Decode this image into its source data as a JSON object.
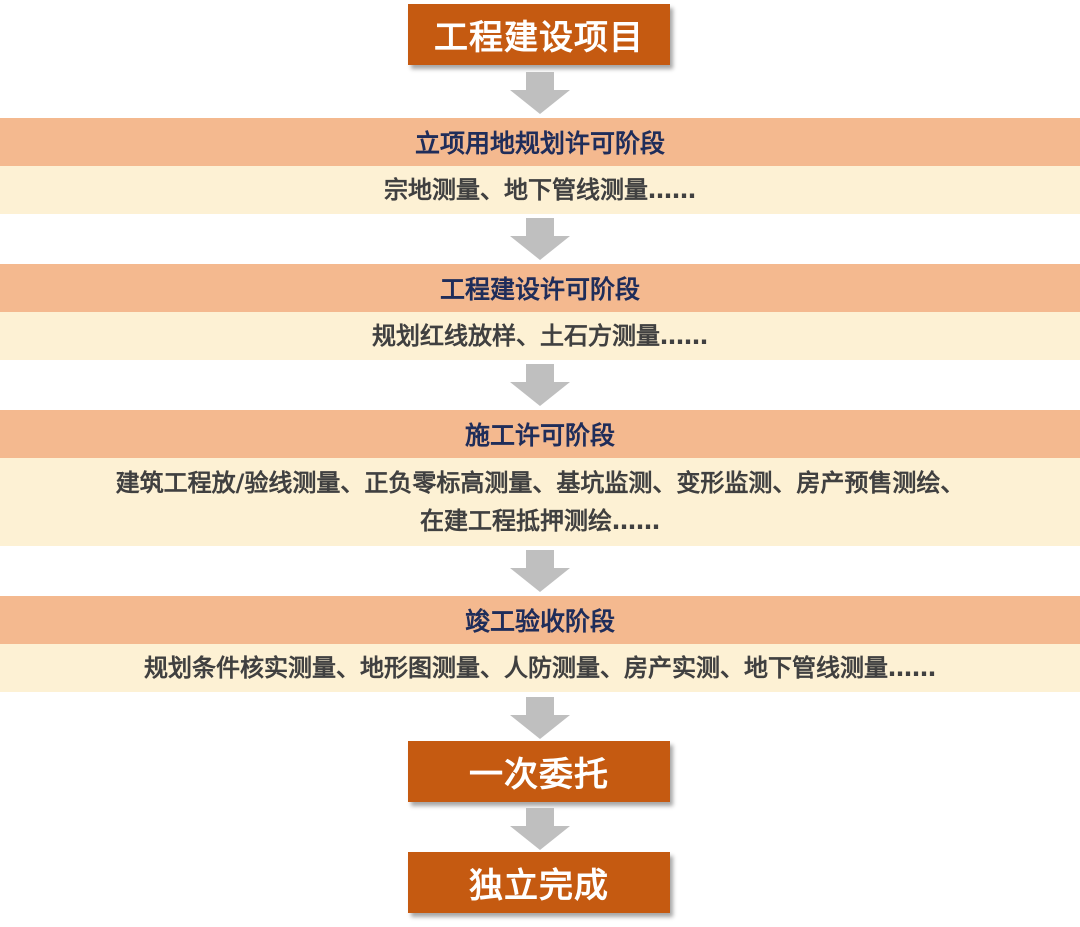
{
  "start": "工程建设项目",
  "stages": [
    {
      "title": "立项用地规划许可阶段",
      "lines": [
        "宗地测量、地下管线测量……"
      ]
    },
    {
      "title": "工程建设许可阶段",
      "lines": [
        "规划红线放样、土石方测量……"
      ]
    },
    {
      "title": "施工许可阶段",
      "lines": [
        "建筑工程放/验线测量、正负零标高测量、基坑监测、变形监测、房产预售测绘、",
        "在建工程抵押测绘……"
      ]
    },
    {
      "title": "竣工验收阶段",
      "lines": [
        "规划条件核实测量、地形图测量、人防测量、房产实测、地下管线测量……"
      ]
    }
  ],
  "step_one": "一次委托",
  "step_two": "独立完成",
  "colors": {
    "box": "#c55a11",
    "stage_title_bg": "#f4b98f",
    "stage_body_bg": "#fdf1d4",
    "arrow": "#bfbfbf",
    "title_text": "#1f2d5a"
  }
}
